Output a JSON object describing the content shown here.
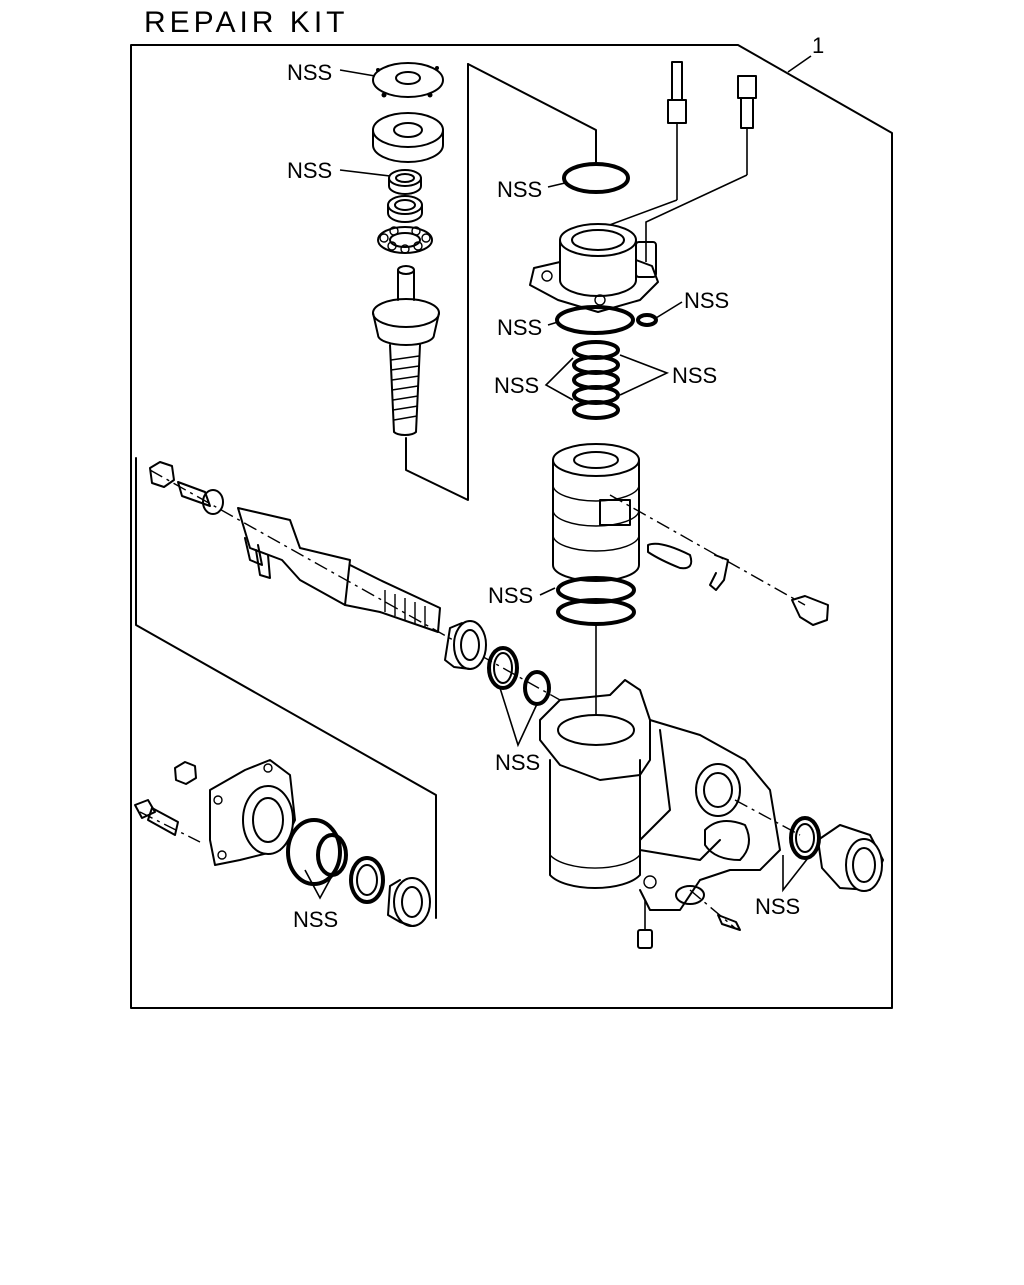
{
  "diagram": {
    "title": "REPAIR KIT",
    "callout_number": "1",
    "nss_label": "NSS"
  }
}
